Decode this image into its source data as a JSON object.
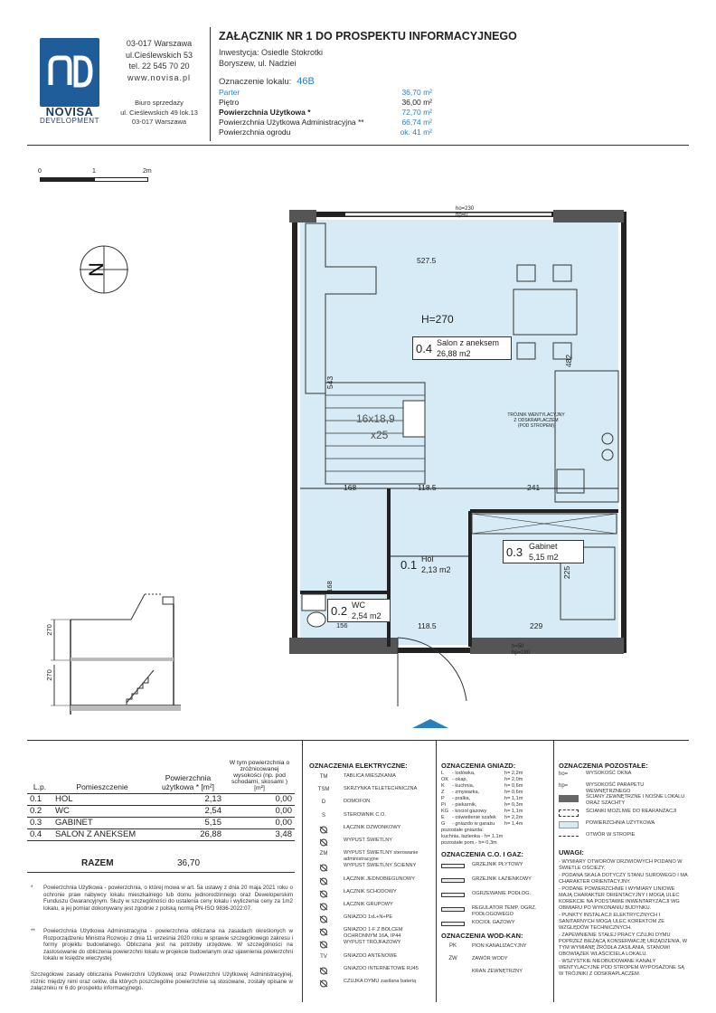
{
  "brand": {
    "name": "NOVISA",
    "tagline": "DEVELOPMENT",
    "logo_color": "#1f5d9a"
  },
  "company": {
    "address_lines": [
      "03-017 Warszawa",
      "ul.Cieślewskich 53",
      "tel.  22 545 70 20",
      "www.novisa.pl"
    ],
    "office_lines": [
      "Biuro sprzedaży",
      "ul. Cieślewskich 49 lok.13",
      "03-017 Warszawa"
    ]
  },
  "header": {
    "title": "ZAŁĄCZNIK NR 1 DO PROSPEKTU INFORMACYJNEGO",
    "investment": "Inwestycja: Osiedle Stokrotki",
    "location": "Boryszew, ul. Nadziei",
    "unit_label": "Oznaczenie lokalu:",
    "unit_value": "46B"
  },
  "areas": [
    {
      "label": "Parter",
      "value": "36,70 m²",
      "blue": true,
      "bold": false
    },
    {
      "label": "Piętro",
      "value": "36,00 m²",
      "blue": false,
      "bold": false
    },
    {
      "label": "Powierzchnia Użytkowa *",
      "value": "72,70 m²",
      "blue": true,
      "bold": true
    },
    {
      "label": "Powierzchnia Użytkowa Administracyjna **",
      "value": "66,74 m²",
      "blue": false,
      "bold": false
    },
    {
      "label": "Powierzchnia ogrodu",
      "value": "ok. 41 m²",
      "blue": true,
      "bold": false
    }
  ],
  "scale": {
    "labels": [
      "0",
      "1",
      "2m"
    ]
  },
  "plan": {
    "height": "H=270",
    "fill_color": "#d6ebf5",
    "rooms": [
      {
        "num": "0.4",
        "name": "Salon z aneksem",
        "area": "26,88 m2"
      },
      {
        "num": "0.1",
        "name": "Hol",
        "area": "2,13 m2"
      },
      {
        "num": "0.3",
        "name": "Gabinet",
        "area": "5,15 m2"
      },
      {
        "num": "0.2",
        "name": "WC",
        "area": "2,54 m2"
      }
    ],
    "dims": [
      "527.5",
      "482",
      "543",
      "168",
      "118.5",
      "241",
      "225",
      "229",
      "118.5",
      "156",
      "168"
    ],
    "stairs": [
      "16x18,9",
      "x25"
    ],
    "vent1": [
      "TRÓJNIK WENTYLACYJNY",
      "Z ODSKRAPLACZEM",
      "(POD STROPEM)"
    ],
    "window_marks": [
      "ho=230",
      "hp=0"
    ],
    "door_marks": [
      "h=50",
      "hp=180"
    ]
  },
  "section": {
    "labels": [
      "270",
      "270"
    ]
  },
  "table": {
    "headers": [
      "L.p.",
      "Pomieszczenie",
      "Powierzchnia użytkowa * [m²]",
      "W tym powierzchnia o zróżnicowanej wysokości (np. pod schodami, skosami ) [m²]"
    ],
    "rows": [
      {
        "lp": "0.1",
        "name": "HOL",
        "area": "2,13",
        "low": "0,00"
      },
      {
        "lp": "0.2",
        "name": "WC",
        "area": "2,54",
        "low": "0,00"
      },
      {
        "lp": "0.3",
        "name": "GABINET",
        "area": "5,15",
        "low": "0,00"
      },
      {
        "lp": "0.4",
        "name": "SALON Z ANEKSEM",
        "area": "26,88",
        "low": "3,48"
      }
    ],
    "total_label": "RAZEM",
    "total_value": "36,70"
  },
  "notes": [
    "Powierzchnia Użytkowa - powierzchnia, o której mowa w art. 5a ustawy z dnia 20 maja 2021 roku o ochronie praw nabywcy lokalu mieszkalnego lub domu jednorodzinnego oraz Deweloperskim Funduszu Gwarancyjnym. Służy w szczególności do ustalenia ceny lokalu i wyliczenia ceny za 1m2 lokalu, a jej pomiar dokonywany jest zgodnie z polską normą PN-ISO 9836-2022:07.",
    "Powierzchnia Użytkowa Administracyjna - powierzchnia obliczana na zasadach określonych w Rozporządzeniu Ministra Rozwoju z dnia 11 września 2020 roku w sprawie szczegółowego zakresu i formy projektu budowlanego. Obliczana jest na potrzeby urzędowe. W szczególności na zastosowanie do obliczenia powierzchni lokalu w projekcie budowlanym oraz ujawnienia powierzchni lokalu w księdze wieczystej.",
    "Szczegółowe zasady obliczania Powierzchni Użytkowej oraz Powierzchni Użytkowej Administracyjnej, różnic między nimi oraz celów, dla których poszczególne powierzchnie są stosowane, zostały opisane w załączniku nr 6 do prospektu informacyjnego."
  ],
  "legend_electric": {
    "title": "OZNACZENIA ELEKTRYCZNE:",
    "items": [
      {
        "sym": "TM",
        "label": "TABLICA MIESZKANIA"
      },
      {
        "sym": "TSM",
        "label": "SKRZYNKA TELETECHNICZNA"
      },
      {
        "sym": "D",
        "label": "DOMOFON"
      },
      {
        "sym": "S",
        "label": "STEROWNIK C.O."
      },
      {
        "sym": "",
        "label": "ŁĄCZNIK DZWONKOWY"
      },
      {
        "sym": "",
        "label": "WYPUST ŚWIETLNY"
      },
      {
        "sym": "ZM",
        "label": "WYPUST ŚWIETLNY sterowanie administracyjne"
      },
      {
        "sym": "",
        "label": "WYPUST ŚWIETLNY ŚCIENNY"
      },
      {
        "sym": "",
        "label": "ŁĄCZNIK JEDNOBIEGUNOWY"
      },
      {
        "sym": "",
        "label": "ŁĄCZNIK SCHODOWY"
      },
      {
        "sym": "",
        "label": "ŁĄCZNIK GRUPOWY"
      },
      {
        "sym": "",
        "label": "GNIAZDO 1xL+N+PE"
      },
      {
        "sym": "",
        "label": "GNIAZDO 1-F Z BOLCEM OCHRONNYM 16A, IP44"
      },
      {
        "sym": "",
        "label": "WYPUST TRÓJFAZOWY"
      },
      {
        "sym": "TV",
        "label": "GNIAZDO ANTENOWE"
      },
      {
        "sym": "",
        "label": "GNIAZDO INTERNETOWE RJ45"
      },
      {
        "sym": "",
        "label": "CZUJKA DYMU zasilana baterią"
      }
    ]
  },
  "legend_sockets": {
    "title": "OZNACZENIA GNIAZD:",
    "items": [
      {
        "code": "L",
        "label": "- lodówka,",
        "h": "h= 2,2m"
      },
      {
        "code": "OK",
        "label": "- okap,",
        "h": "h= 2,0m"
      },
      {
        "code": "K",
        "label": "- kuchnia,",
        "h": "h= 0,6m"
      },
      {
        "code": "Z",
        "label": "- zmywarka,",
        "h": "h= 0,6m"
      },
      {
        "code": "P",
        "label": "- pralka,",
        "h": "h= 1,1m"
      },
      {
        "code": "Pi",
        "label": "- piekarnik,",
        "h": "h= 0,3m"
      },
      {
        "code": "KG",
        "label": "- kocioł gazowy",
        "h": "h= 1,1m"
      },
      {
        "code": "E",
        "label": "- oświetlenie szafek",
        "h": "h= 2,2m"
      },
      {
        "code": "G",
        "label": "- gniazdo w garażu",
        "h": "h= 1,4m"
      }
    ],
    "rest": [
      "pozostałe gniazda:",
      "kuchnia, łazienka -  h= 1,1m",
      "pozostałe pom.-     h= 0,3m"
    ]
  },
  "legend_heating": {
    "title": "OZNACZENIA C.O. I GAZ:",
    "items": [
      "GRZEJNIK PŁYTOWY",
      "GRZEJNIK ŁAZIENKOWY",
      "OGRZEWANIE PODŁOG.",
      "REGULATOR TEMP. OGRZ. PODŁOGOWEGO",
      "KOCIOŁ GAZOWY"
    ]
  },
  "legend_water": {
    "title": "OZNACZENIA WOD-KAN:",
    "items": [
      {
        "sym": "PK",
        "label": "PION KANALIZACYJNY"
      },
      {
        "sym": "ZW",
        "label": "ZAWÓR WODY"
      },
      {
        "sym": "",
        "label": "KRAN ZEWNĘTRZNY"
      }
    ]
  },
  "legend_other": {
    "title": "OZNACZENIA POZOSTAŁE:",
    "items": [
      {
        "sym": "ho=",
        "label": "WYSOKOŚĆ OKNA"
      },
      {
        "sym": "hp=",
        "label": "WYSOKOŚĆ PARAPETU WEWNĘTRZNEGO"
      },
      {
        "sym": "",
        "label": "ŚCIANY ZEWNĘTRZNE I NOŚNE LOKALU ORAZ SZACHTY"
      },
      {
        "sym": "",
        "label": "ŚCIANKI MOŻLIWE DO REARANŻACJI"
      },
      {
        "sym": "",
        "label": "POWIERZCHNIA UŻYTKOWA"
      },
      {
        "sym": "",
        "label": "OTWÓR W STROPIE"
      }
    ]
  },
  "remarks": {
    "title": "UWAGI:",
    "items": [
      "- WYMIARY OTWORÓW DRZWIOWYCH PODANO W ŚWIETLE OŚCIEŻY.",
      "- PODANA SKALA DOTYCZY STANU SUROWEGO I MA CHARAKTER ORIENTACYJNY.",
      "- PODANE POWIERZCHNIE I WYMIARY LINIOWE MAJĄ CHARAKTER ORIENTACYJNY I MOGĄ ULEC KOREKCIE NA PODSTAWIE INWENTARYZACJI WG OBMIARU PO WYKONANIU BUDYNKU.",
      "- PUNKTY INSTALACJI ELEKTRYCZNYCH I SANITARNYCH MOGĄ ULEC KOREKTOM  ZE WZGLĘDÓW TECHNICZNYCH.",
      "- ZAPEWNIENIE STAŁEJ PRACY CZUJKI DYMU POPRZEZ BIEŻĄCĄ KONSERWACJĘ URZĄDZENIA, W TYM WYMIANĘ ŹRÓDŁA ZASILANIA, STANOWI OBOWIĄZEK WŁAŚCICIELA LOKALU.",
      "- WSZYSTKIE NIEOBUDOWANE KANAŁY WENTYLACYJNE POD STROPEM WYPOSAŻONE SĄ W TRÓJNIKI Z ODSKRAPLACZEM."
    ]
  }
}
